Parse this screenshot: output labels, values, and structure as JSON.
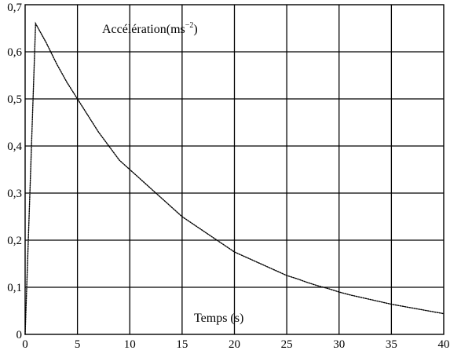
{
  "chart_data": {
    "type": "line",
    "title": "",
    "ylabel": "Accélération",
    "ylabel_unit": "(ms",
    "ylabel_unit_exponent": "−2",
    "ylabel_unit_close": ")",
    "xlabel": "Temps (s)",
    "xlim": [
      0,
      40
    ],
    "ylim": [
      0,
      0.7
    ],
    "x_ticks": [
      0,
      5,
      10,
      15,
      20,
      25,
      30,
      35,
      40
    ],
    "y_ticks": [
      0,
      0.1,
      0.2,
      0.3,
      0.4,
      0.5,
      0.6,
      0.7
    ],
    "x_tick_labels": [
      "0",
      "5",
      "10",
      "15",
      "20",
      "25",
      "30",
      "35",
      "40"
    ],
    "y_tick_labels": [
      "0",
      "0,1",
      "0,2",
      "0,3",
      "0,4",
      "0,5",
      "0,6",
      "0,7"
    ],
    "grid": true,
    "legend": "none",
    "line_style": "dotted",
    "line_color": "#000000",
    "series": [
      {
        "x": [
          0,
          1,
          2,
          3,
          4,
          5,
          6,
          7,
          8,
          9,
          10,
          11,
          12,
          13,
          14,
          15,
          16,
          17,
          18,
          19,
          20,
          21,
          22,
          23,
          24,
          25,
          26,
          27,
          28,
          29,
          30,
          31,
          32,
          33,
          34,
          35,
          36,
          37,
          38,
          39,
          40
        ],
        "values": [
          0,
          0.66,
          0.62,
          0.575,
          0.535,
          0.5,
          0.465,
          0.43,
          0.4,
          0.37,
          0.35,
          0.33,
          0.31,
          0.29,
          0.27,
          0.25,
          0.235,
          0.22,
          0.205,
          0.19,
          0.175,
          0.165,
          0.155,
          0.145,
          0.135,
          0.125,
          0.118,
          0.11,
          0.103,
          0.097,
          0.09,
          0.084,
          0.079,
          0.074,
          0.069,
          0.064,
          0.06,
          0.056,
          0.052,
          0.048,
          0.044
        ]
      }
    ]
  }
}
